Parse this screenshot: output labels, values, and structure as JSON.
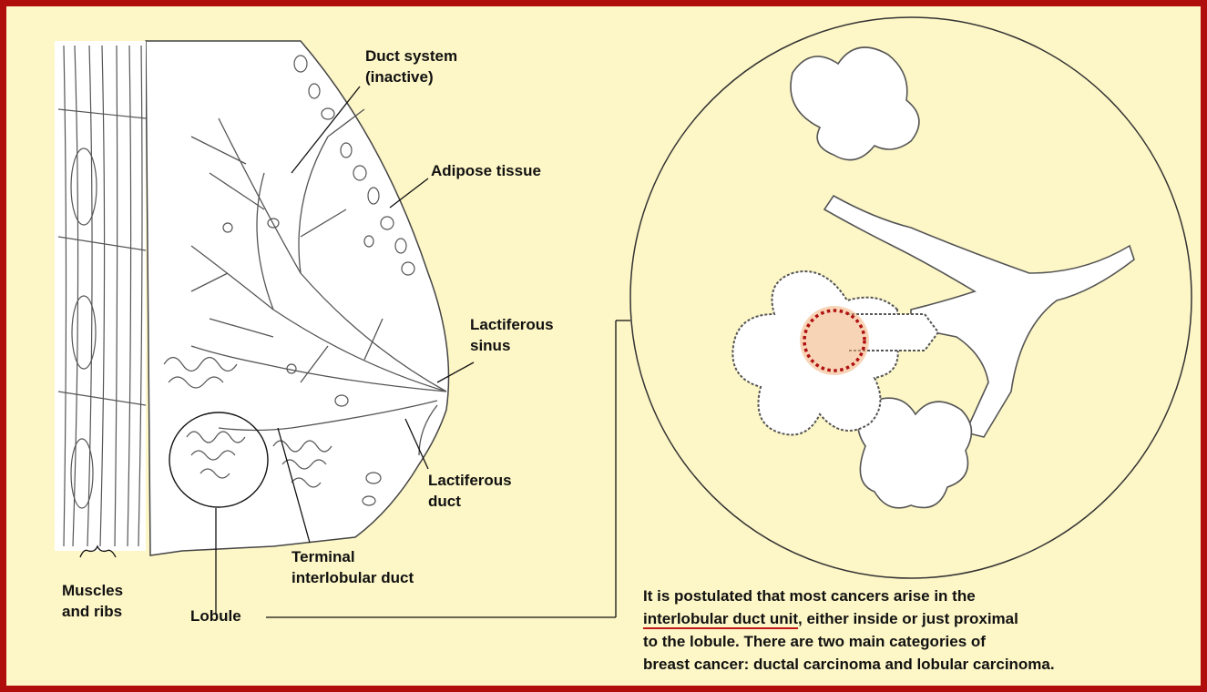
{
  "labels": {
    "duct_system_1": "Duct system",
    "duct_system_2": "(inactive)",
    "adipose": "Adipose tissue",
    "lactiferous_sinus_1": "Lactiferous",
    "lactiferous_sinus_2": "sinus",
    "lactiferous_duct_1": "Lactiferous",
    "lactiferous_duct_2": "duct",
    "terminal_1": "Terminal",
    "terminal_2": "interlobular duct",
    "muscles_1": "Muscles",
    "muscles_2": "and ribs",
    "lobule": "Lobule"
  },
  "caption": {
    "line1": "It is postulated that most cancers arise in the",
    "line2_highlight": "interlobular duct unit",
    "line2_rest": ", either inside or just proximal",
    "line3": "to the lobule.  There are two main categories of",
    "line4": "breast cancer: ductal carcinoma and lobular carcinoma."
  },
  "colors": {
    "frame": "#b00d0d",
    "background": "#fdf6c6",
    "highlight_ring": "#b01010",
    "highlight_glow": "#f3b07a"
  }
}
